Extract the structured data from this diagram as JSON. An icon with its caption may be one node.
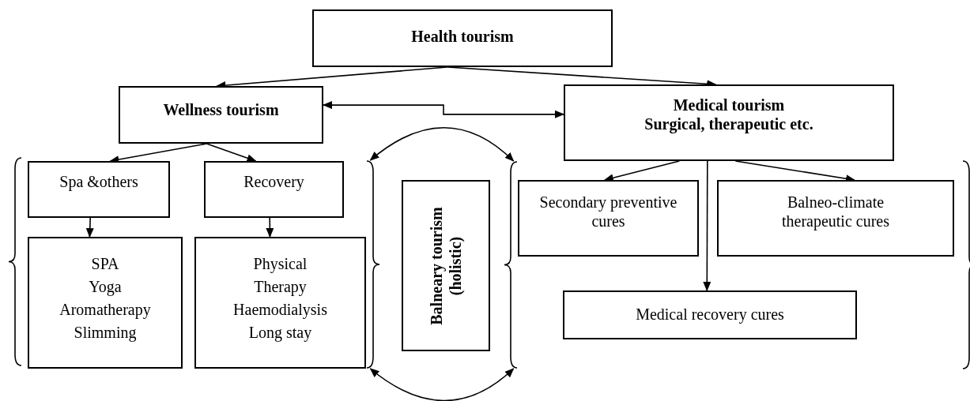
{
  "diagram": {
    "nodes": [
      {
        "text": [
          "Health tourism"
        ]
      },
      {
        "text": [
          "Wellness tourism"
        ]
      },
      {
        "text": [
          "Medical tourism",
          "Surgical, therapeutic etc."
        ]
      },
      {
        "text": [
          "Spa &others"
        ]
      },
      {
        "text": [
          "Recovery"
        ]
      },
      {
        "text": [
          "SPA",
          "Yoga",
          "Aromatherapy",
          "Slimming"
        ]
      },
      {
        "text": [
          "Physical Therapy",
          "Haemodialysis",
          "Long stay"
        ]
      },
      {
        "text": [
          "Balneary tourism (holistic)"
        ]
      },
      {
        "text": [
          "Secondary preventive cures"
        ]
      },
      {
        "text": [
          "Balneo-climate therapeutic cures"
        ]
      },
      {
        "text": [
          "Medical recovery cures"
        ]
      },
      {
        "text": [],
        "shape": "bracket"
      },
      {
        "text": [],
        "shape": "bracket"
      }
    ],
    "edges": [
      {
        "from": 0,
        "to": 1,
        "arrow": "to"
      },
      {
        "from": 0,
        "to": 2,
        "arrow": "to"
      },
      {
        "from": 1,
        "to": 2,
        "arrow": "both"
      },
      {
        "from": 1,
        "to": 3,
        "arrow": "to"
      },
      {
        "from": 1,
        "to": 4,
        "arrow": "to"
      },
      {
        "from": 3,
        "to": 5,
        "arrow": "to"
      },
      {
        "from": 4,
        "to": 6,
        "arrow": "to"
      },
      {
        "from": 2,
        "to": 8,
        "arrow": "to"
      },
      {
        "from": 2,
        "to": 9,
        "arrow": "to"
      },
      {
        "from": 2,
        "to": 10,
        "arrow": "to"
      },
      {
        "from": 11,
        "to": 12,
        "arrow": "both"
      },
      {
        "from": 11,
        "to": 12,
        "arrow": "both"
      }
    ]
  }
}
